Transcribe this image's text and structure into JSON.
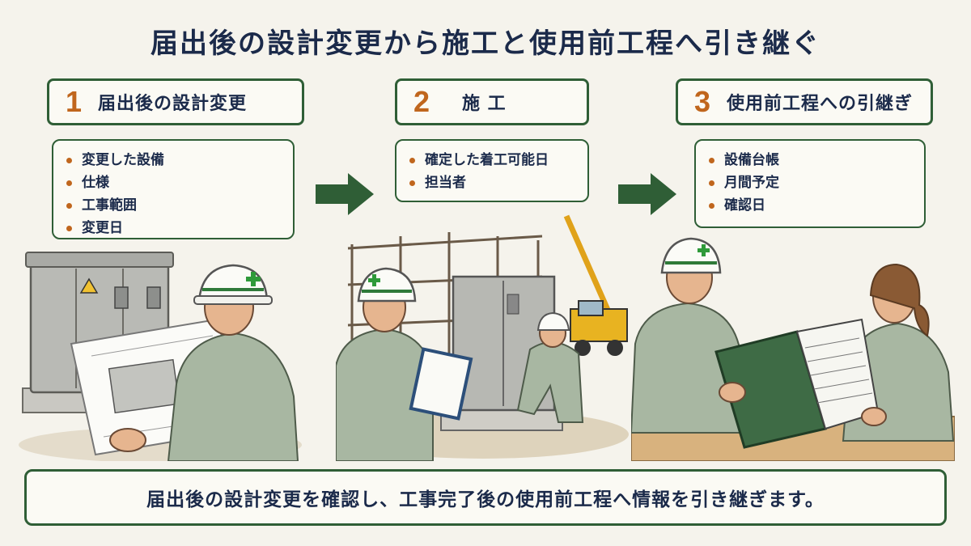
{
  "title": "届出後の設計変更から施工と使用前工程へ引き継ぐ",
  "steps": [
    {
      "number": "1",
      "label": "届出後の設計変更",
      "items": [
        "変更した設備",
        "仕様",
        "工事範囲",
        "変更日"
      ]
    },
    {
      "number": "2",
      "label": "施 工",
      "items": [
        "確定した着工可能日",
        "担当者"
      ]
    },
    {
      "number": "3",
      "label": "使用前工程への引継ぎ",
      "items": [
        "設備台帳",
        "月間予定",
        "確認日"
      ]
    }
  ],
  "footer": "届出後の設計変更を確認し、工事完了後の使用前工程へ情報を引き継ぎます。",
  "colors": {
    "accent_green": "#2f5e36",
    "number_orange": "#c0661d",
    "text_navy": "#1b2a4a",
    "background": "#f5f3ec"
  }
}
